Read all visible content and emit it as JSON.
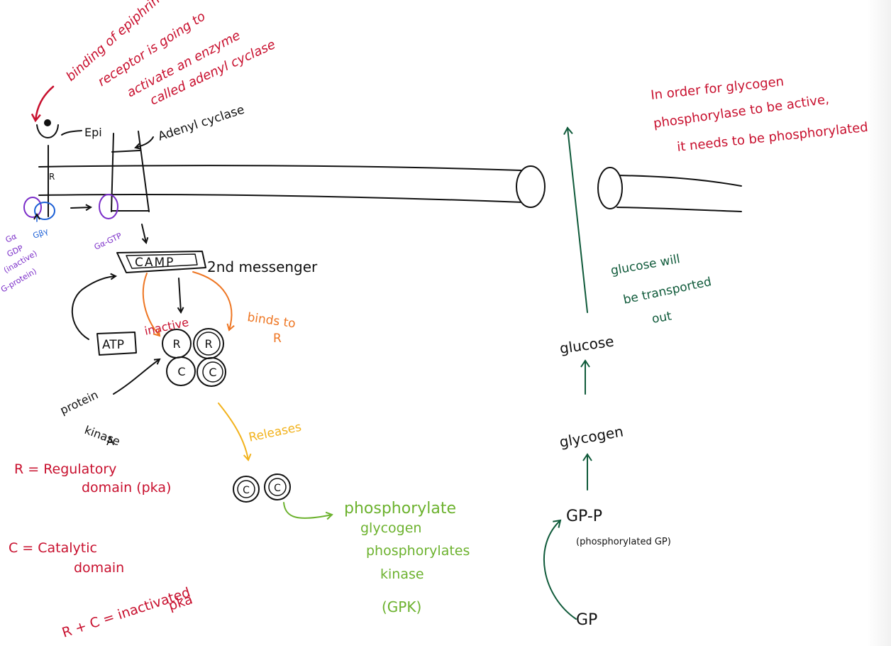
{
  "colors": {
    "black": "#111111",
    "red": "#c8102e",
    "orange": "#ee7623",
    "yellow": "#f2b21c",
    "lime": "#6cb22e",
    "dark_green": "#0f5a3a",
    "purple": "#7a2cc8",
    "blue": "#1b5fd6"
  },
  "notes": {
    "binding": [
      "binding of epiphrine",
      "receptor is going to",
      "activate an enzyme",
      "called adenyl cyclase"
    ],
    "glycogen_phos": [
      "In order for glycogen",
      "phosphorylase to be active,",
      "it needs to be phosphorylated"
    ],
    "glucose_out": [
      "glucose will",
      "be transported",
      "out"
    ],
    "r_def": [
      "R = Regulatory",
      "domain (pka)"
    ],
    "c_def": [
      "C = Catalytic",
      "domain"
    ],
    "rc_def": [
      "R + C = inactivated",
      "pka"
    ]
  },
  "labels": {
    "epi": "Epi",
    "receptor": "R",
    "adenyl_cyclase": "Adenyl cyclase",
    "g_alpha": [
      "Gα",
      "GDP",
      "(inactive)",
      "G-protein)"
    ],
    "g_beta_gamma": "Gβγ",
    "g_alpha_gtp": "Gα-GTP",
    "camp": "CAMP",
    "second_messenger": "2nd messenger",
    "atp": "ATP",
    "inactive": "inactive",
    "binds_to": [
      "binds to",
      "R"
    ],
    "reg_subunit": "R",
    "cat_subunit": "C",
    "pka": [
      "protein",
      "kinase",
      "A"
    ],
    "releases": "Releases",
    "phosphorylate": [
      "phosphorylate",
      "glycogen",
      "phosphorylates",
      "kinase",
      "(GPK)"
    ],
    "glucose": "glucose",
    "glycogen": "glycogen",
    "gp_p": "GP-P",
    "phosphorylated_gp": "(phosphorylated GP)",
    "gp": "GP"
  }
}
